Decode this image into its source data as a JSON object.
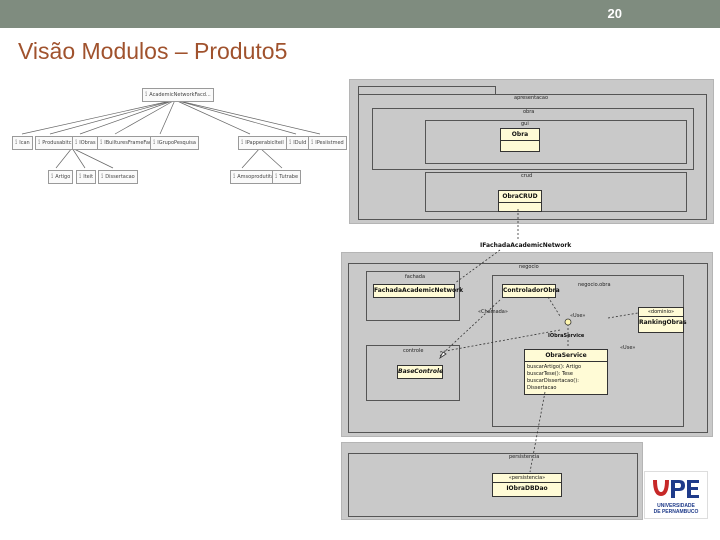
{
  "slide": {
    "number": "20",
    "title": "Visão Modulos – Produto5"
  },
  "tree": {
    "root": "AcademicNetworkFacd...",
    "level1": [
      "Ican",
      "Produsabitc",
      "IObras",
      "IBuilturesFrameFacepc",
      "IGrupoPesquisa",
      "IPapperabicIteil",
      "IDuld",
      "IPesiistmed"
    ],
    "level2": [
      "Artigo",
      "Iteit",
      "Dissertacao",
      "Amsoprodutitade",
      "Tutrabe"
    ]
  },
  "diagram_top": {
    "outer_tab": "apresentacao",
    "pkg_obra": "obra",
    "pkg_gui": "gui",
    "class_obra": "Obra",
    "pkg_crud": "crud",
    "class_obra_crud": "ObraCRUD"
  },
  "interface_label": "IFachadaAcademicNetwork",
  "diagram_mid": {
    "outer_tab": "negocio",
    "pkg_fachada": "fachada",
    "class_fachada": "FachadaAcademicNetwork",
    "class_controlador": "ControladorObra",
    "pkg_negocio_obra": "negocio.obra",
    "class_ranking": "RankingObras",
    "ranking_stereo": "«dominio»",
    "use_label": "«Use»",
    "use_label_2": "«Use»",
    "call_label": "«Chamada»",
    "iobra_service": "IObraService",
    "class_obra_service": "ObraService",
    "service_ops": [
      "buscarArtigo(): Artigo",
      "buscarTese(): Tese",
      "buscarDissertacao(): Dissertacao"
    ],
    "pkg_controle": "controle",
    "class_base": "BaseControle"
  },
  "diagram_bottom": {
    "pkg": "persistencia",
    "stereo": "«persistencia»",
    "class": "IObraDBDao"
  },
  "logo": {
    "line1": "UNIVERSIDADE",
    "line2": "DE PERNAMBUCO"
  }
}
